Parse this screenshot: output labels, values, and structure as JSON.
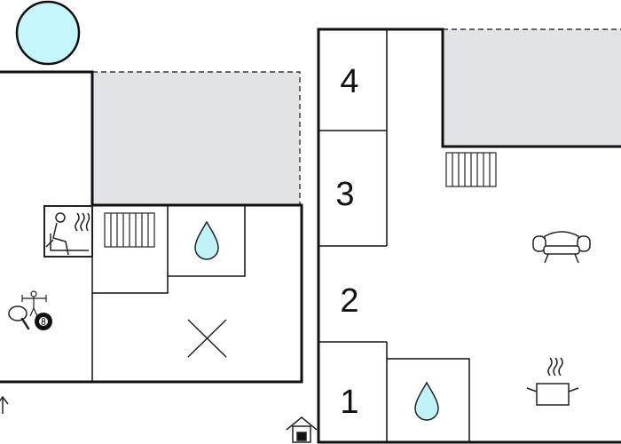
{
  "floorplan": {
    "colors": {
      "wall": "#111111",
      "terrace": "#e2e3e6",
      "pool": "#c4f6fb",
      "water": "#bff3f7",
      "icon": "#222222"
    },
    "bedrooms": [
      {
        "label": "4"
      },
      {
        "label": "3"
      },
      {
        "label": "2"
      },
      {
        "label": "1"
      }
    ],
    "icons": {
      "pool": "pool-icon",
      "sauna": "sauna-icon",
      "radiator": "radiator-icon",
      "bathroom": "water-drop-icon",
      "storage": "cross-icon",
      "games": "games-icon",
      "living": "sofa-icon",
      "kitchen": "cooking-pot-icon",
      "entrance": "entrance-icon",
      "direction": "direction-arrow-icon"
    }
  }
}
